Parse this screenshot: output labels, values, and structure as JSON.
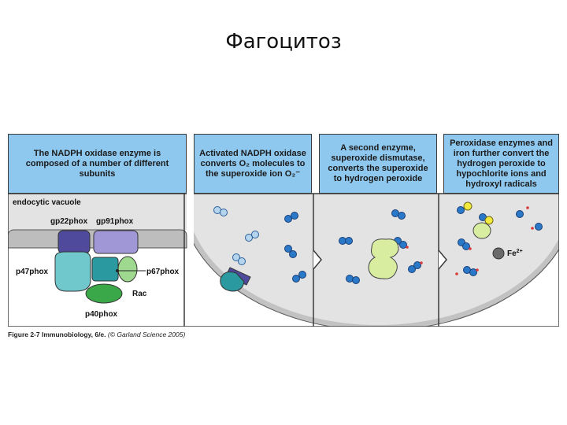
{
  "slide": {
    "title": "Фагоцитоз"
  },
  "panels": [
    {
      "header": "The NADPH oxidase enzyme is composed of a number of different subunits"
    },
    {
      "header": "Activated NADPH oxidase converts O₂ molecules to the superoxide ion O₂⁻"
    },
    {
      "header": "A second enzyme, superoxide dismutase, converts the superoxide to hydrogen peroxide"
    },
    {
      "header": "Peroxidase enzymes and iron further convert the hydrogen peroxide to hypochlorite ions and hydroxyl radicals"
    }
  ],
  "labels": {
    "endocytic_vacuole": "endocytic vacuole",
    "gp22phox": "gp22phox",
    "gp91phox": "gp91phox",
    "p47phox": "p47phox",
    "p67phox": "p67phox",
    "rac": "Rac",
    "p40phox": "p40phox",
    "fe": "Fe",
    "fe_charge": "2+"
  },
  "caption": {
    "prefix": "Figure 2-7  Immunobiology, 6/e.",
    "suffix": " (© Garland Science 2005)"
  },
  "colors": {
    "header_blue": "#8fc8ee",
    "vacuole_gray": "#e3e3e3",
    "membrane_gray": "#bdbdbd",
    "gp22": "#4f4a9c",
    "gp91": "#9f97d6",
    "p47": "#70c8cc",
    "p67_box": "#2a9aa0",
    "p67_oval": "#9fd98f",
    "p40": "#3aa848",
    "superoxide_blue": "#2a79c8",
    "o2_light": "#b5d4ee",
    "sod_green": "#d8eda0",
    "hypochlorite_yellow": "#f2ea3c",
    "iron_gray": "#6a6a6a"
  }
}
